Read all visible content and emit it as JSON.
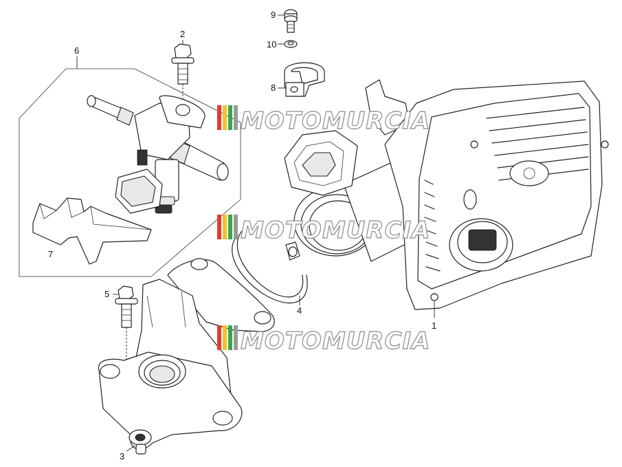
{
  "watermark": {
    "text": "MOTOMURCIA",
    "stripe_colors": [
      "#e23b2e",
      "#f2c12e",
      "#3aa54a",
      "#9a9a9a"
    ]
  },
  "parts": [
    {
      "number": "1",
      "name": "throttle-body"
    },
    {
      "number": "2",
      "name": "screw"
    },
    {
      "number": "3",
      "name": "intake-manifold"
    },
    {
      "number": "4",
      "name": "clamp-band"
    },
    {
      "number": "5",
      "name": "screw"
    },
    {
      "number": "6",
      "name": "injector-kit"
    },
    {
      "number": "7",
      "name": "bracket"
    },
    {
      "number": "8",
      "name": "cable-clip"
    },
    {
      "number": "9",
      "name": "screw"
    },
    {
      "number": "10",
      "name": "washer"
    }
  ]
}
